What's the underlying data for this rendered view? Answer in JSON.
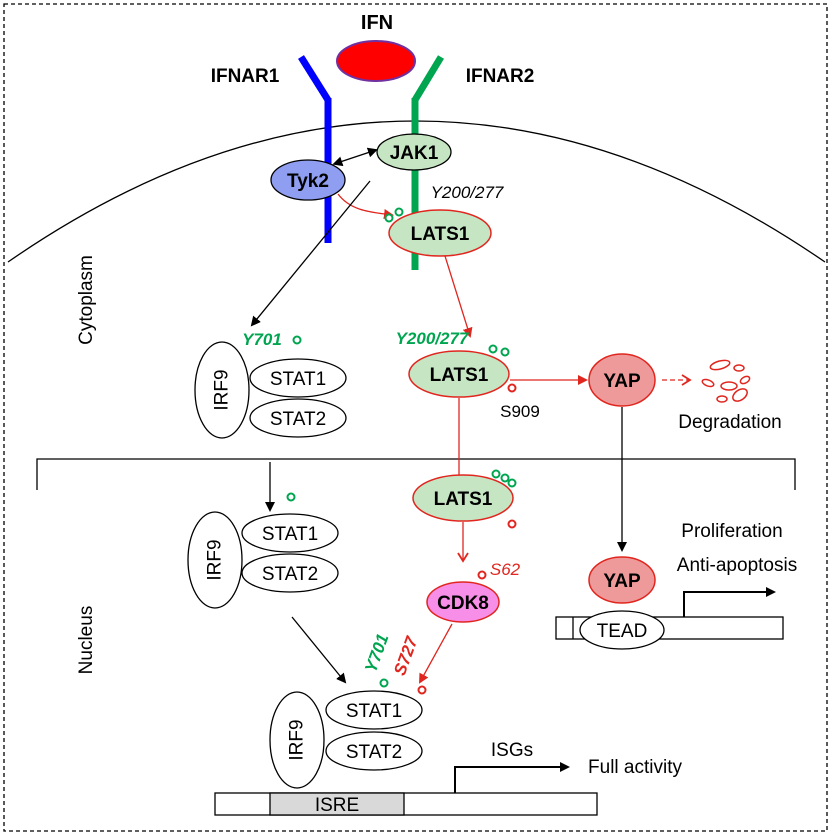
{
  "ligand": {
    "label": "IFN",
    "color": "#ff0000"
  },
  "receptors": {
    "ifnar1": {
      "label": "IFNAR1",
      "color": "#0000ff"
    },
    "ifnar2": {
      "label": "IFNAR2",
      "color": "#00a550"
    }
  },
  "kinases": {
    "tyk2": "Tyk2",
    "jak1": "JAK1",
    "lats1_membrane": "LATS1",
    "lats1_cyto": "LATS1",
    "lats1_nuc": "LATS1",
    "cdk8": "CDK8"
  },
  "yap": {
    "cyto": "YAP",
    "nuc": "YAP",
    "tead": "TEAD"
  },
  "stat": {
    "irf9": "IRF9",
    "stat1": "STAT1",
    "stat2": "STAT2"
  },
  "compartments": {
    "cytoplasm": "Cytoplasm",
    "nucleus": "Nucleus"
  },
  "sites": {
    "lats1_membrane_site": "Y200/277",
    "lats1_cyto_site": "Y200/277",
    "lats1_s909": "S909",
    "stat1_y701_cyto": "Y701",
    "cdk8_s62": "S62",
    "stat1_y701_nuc": "Y701",
    "stat1_s727": "S727"
  },
  "outcomes": {
    "degradation": "Degradation",
    "proliferation": "Proliferation",
    "anti_apoptosis": "Anti-apoptosis",
    "isgs": "ISGs",
    "full_activity": "Full activity",
    "isre": "ISRE"
  },
  "colors": {
    "green_fill": "#c6e6c3",
    "blue_fill": "#8f9ef0",
    "pink_fill": "#ef9a9a",
    "magenta_fill": "#f78ee8",
    "phospho_green": "#00a550",
    "phospho_red": "#e0261f",
    "arrow_red": "#e0261f"
  }
}
